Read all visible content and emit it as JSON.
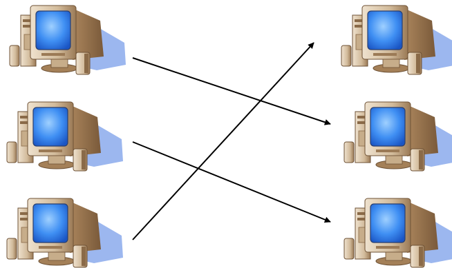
{
  "diagram": {
    "nodes": [
      {
        "id": "left-1",
        "icon": "desktop-computer-icon"
      },
      {
        "id": "left-2",
        "icon": "desktop-computer-icon"
      },
      {
        "id": "left-3",
        "icon": "desktop-computer-icon"
      },
      {
        "id": "right-1",
        "icon": "desktop-computer-icon"
      },
      {
        "id": "right-2",
        "icon": "desktop-computer-icon"
      },
      {
        "id": "right-3",
        "icon": "desktop-computer-icon"
      }
    ],
    "edges": [
      {
        "from": "left-1",
        "to": "right-2"
      },
      {
        "from": "left-2",
        "to": "right-3"
      },
      {
        "from": "left-3",
        "to": "right-1"
      }
    ],
    "colors": {
      "case": "#d7c3a6",
      "case_shadow": "#9b7a56",
      "screen": "#3f8ff3",
      "screen_glow": "#9fd0ff",
      "drop_shadow": "#9cb7ef",
      "arrow": "#000000"
    }
  }
}
